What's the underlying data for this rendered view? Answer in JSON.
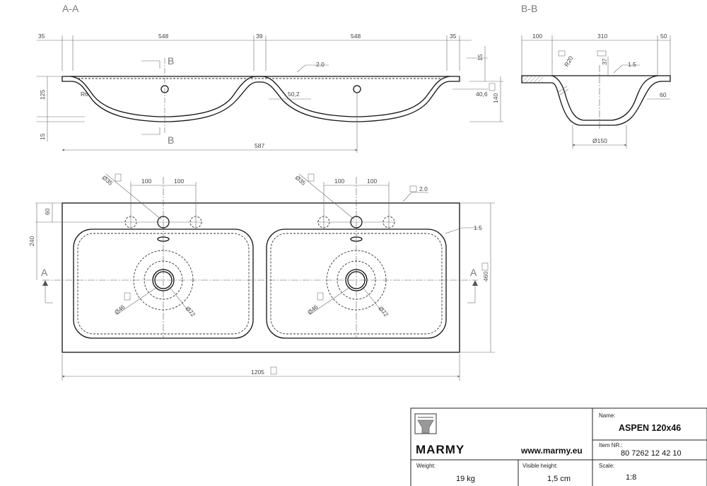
{
  "sections": {
    "aa_label": "A-A",
    "bb_label": "B-B",
    "section_mark_a": "A",
    "section_mark_b": "B"
  },
  "section_aa": {
    "dims_top": [
      "35",
      "548",
      "39",
      "548",
      "35"
    ],
    "dim_right_15": "15",
    "dim_left_125": "125",
    "dim_left_15": "15",
    "dim_right_140": "140",
    "dim_flat_2": "2.0",
    "dim_radius": "R6",
    "dim_50_2": "50,2",
    "dim_40_6": "40,6",
    "dim_587": "587"
  },
  "section_bb": {
    "dims_top": [
      "100",
      "310",
      "50"
    ],
    "dim_r20": "R20",
    "dim_37": "37",
    "dim_flat_1_5": "1.5",
    "dim_60": "60",
    "dim_dia150": "Ø150"
  },
  "plan": {
    "dim_hole": "Ø35",
    "dim_100_a": "100",
    "dim_100_b": "100",
    "dim_flat_2": "2.0",
    "dim_60": "60",
    "dim_240": "240",
    "dim_flat_1_5": "1.5",
    "dim_460": "460",
    "dim_dia46": "Ø46",
    "dim_dia72": "Ø72",
    "dim_1205": "1205"
  },
  "title_block": {
    "brand": "MARMY",
    "website": "www.marmy.eu",
    "name_label": "Name:",
    "name_value": "ASPEN 120x46",
    "item_label": "Item NR.:",
    "item_value": "80 7262 12 42 10",
    "weight_label": "Weight:",
    "weight_value": "19 kg",
    "visible_height_label": "Visible height:",
    "visible_height_value": "1,5 cm",
    "scale_label": "Scale:",
    "scale_value": "1:8"
  }
}
